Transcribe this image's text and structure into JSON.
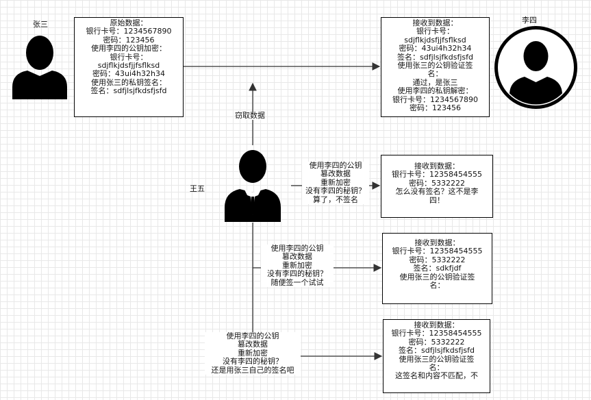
{
  "names": {
    "zhangsan": "张三",
    "lisi": "李四",
    "wangwu": "王五"
  },
  "steal_label": "窃取数据",
  "original_box": {
    "lines": [
      "原始数据：",
      "银行卡号：1234567890",
      "密码：123456",
      "使用李四的公钥加密：",
      "银行卡号：",
      "sdjflkjdsfjjfsflksd",
      "密码：43ui4h32h34",
      "使用张三的私钥签名：",
      "签名：sdfjlsjfkdsfjsfd"
    ]
  },
  "received_box": {
    "lines": [
      "接收到数据：",
      "银行卡号：",
      "sdjflkjdsfjjfsflksd",
      "密码：43ui4h32h34",
      "签名：sdfjlsjfkdsfjsfd",
      "使用张三的公钥验证签",
      "名：",
      "通过，是张三",
      "使用李四的私钥解密：",
      "银行卡号：1234567890",
      "密码：123456"
    ]
  },
  "attacks": [
    {
      "note": [
        "使用李四的公钥",
        "篡改数据",
        "重新加密",
        "没有李四的秘钥？",
        "算了，不签名"
      ],
      "box": [
        "接收到数据：",
        "银行卡号：12358454555",
        "密码：5332222",
        "怎么没有签名？这不是李",
        "四！"
      ]
    },
    {
      "note": [
        "使用李四的公钥",
        "篡改数据",
        "重新加密",
        "没有李四的秘钥？",
        "随便签一个试试"
      ],
      "box": [
        "接收到数据：",
        "银行卡号：12358454555",
        "密码：5332222",
        "签名：sdkfjdf",
        "使用张三的公钥验证签",
        "名："
      ]
    },
    {
      "note": [
        "使用李四的公钥",
        "篡改数据",
        "重新加密",
        "没有李四的秘钥？",
        "还是用张三自己的签名吧"
      ],
      "box": [
        "接收到数据：",
        "银行卡号：12358454555",
        "密码：5332222",
        "签名：sdfjlsjfkdsfjsfd",
        "使用张三的公钥验证签",
        "名：",
        "这签名和内容不匹配，不"
      ]
    }
  ]
}
